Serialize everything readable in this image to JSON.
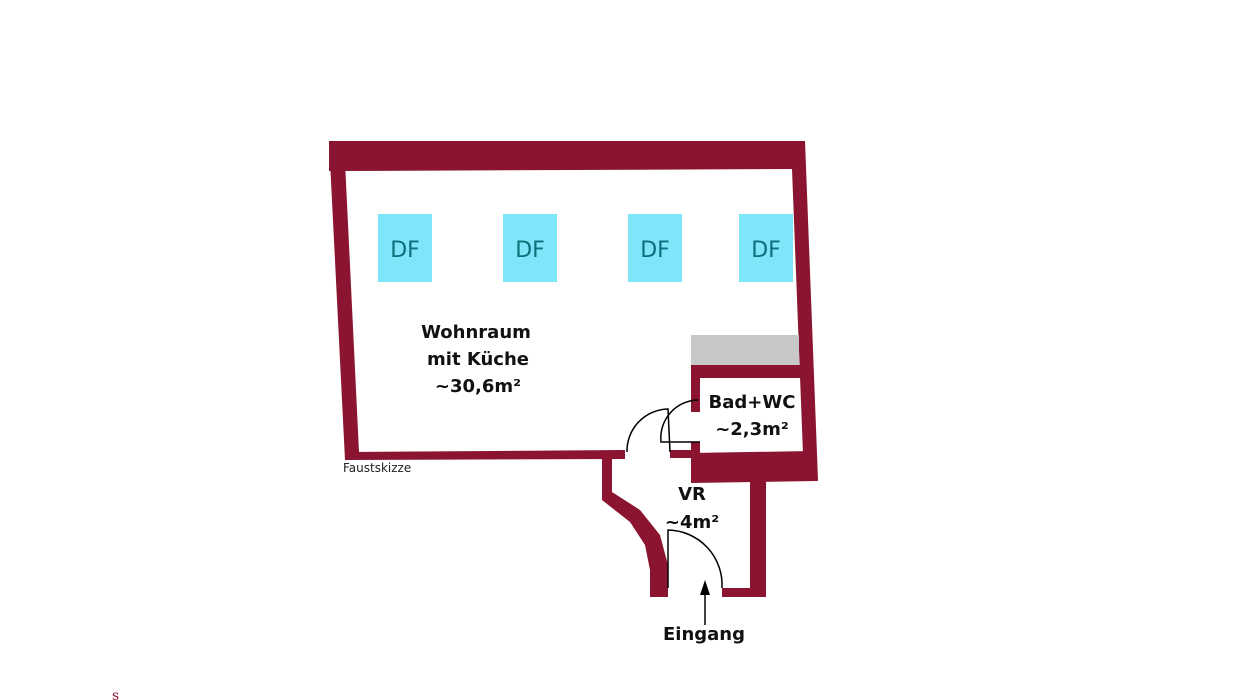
{
  "colors": {
    "wall": "#8b1530",
    "skylight": "#7fe6f9",
    "skylight_text": "#0d6f7a",
    "grey_block": "#c8c8c8"
  },
  "skylights": [
    "DF",
    "DF",
    "DF",
    "DF"
  ],
  "rooms": {
    "living": {
      "name_line1": "Wohnraum",
      "name_line2": "mit Küche",
      "area": "~30,6m²"
    },
    "bath": {
      "name": "Bad+WC",
      "area": "~2,3m²"
    },
    "hall": {
      "name": "VR",
      "area": "~4m²"
    }
  },
  "entrance_label": "Eingang",
  "note": "Faustskizze",
  "corner_mark": "s"
}
